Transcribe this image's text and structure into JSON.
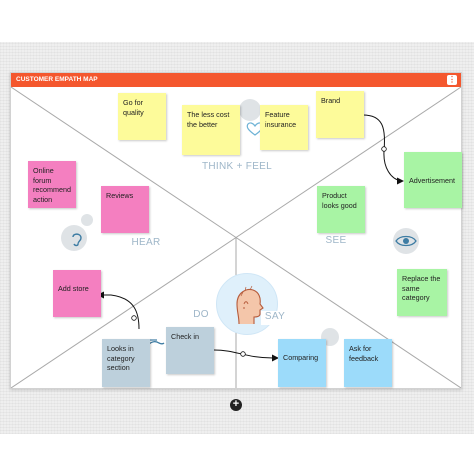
{
  "board": {
    "title": "CUSTOMER EMPATH MAP",
    "menu_icon": "more-vertical-icon"
  },
  "sections": {
    "think_feel": "THINK + FEEL",
    "hear": "HEAR",
    "see": "SEE",
    "do": "DO",
    "say": "SAY"
  },
  "notes": {
    "go_for_quality": "Go for quality",
    "the_less_cost": "The less cost the better",
    "feature_insurance": "Feature insurance",
    "brand": "Brand",
    "advertisement": "Advertisement",
    "online_forum": "Online forum recommend action",
    "reviews": "Reviews",
    "product_looks_good": "Product looks good",
    "replace_same_category": "Replace the same category",
    "add_store": "Add store",
    "looks_in_category": "Looks in category section",
    "check_in": "Check in",
    "comparing": "Comparing",
    "ask_for_feedback": "Ask for feedback"
  },
  "toolbar": {
    "add_icon": "plus-icon"
  },
  "colors": {
    "header": "#f4572e",
    "yellow_note": "#fdfb9a",
    "pink_note": "#f47fc0",
    "green_note": "#a8f4a4",
    "blue_note": "#9cdbfa",
    "grey_note": "#bdd0dc",
    "section_label": "#9eb6c8"
  }
}
